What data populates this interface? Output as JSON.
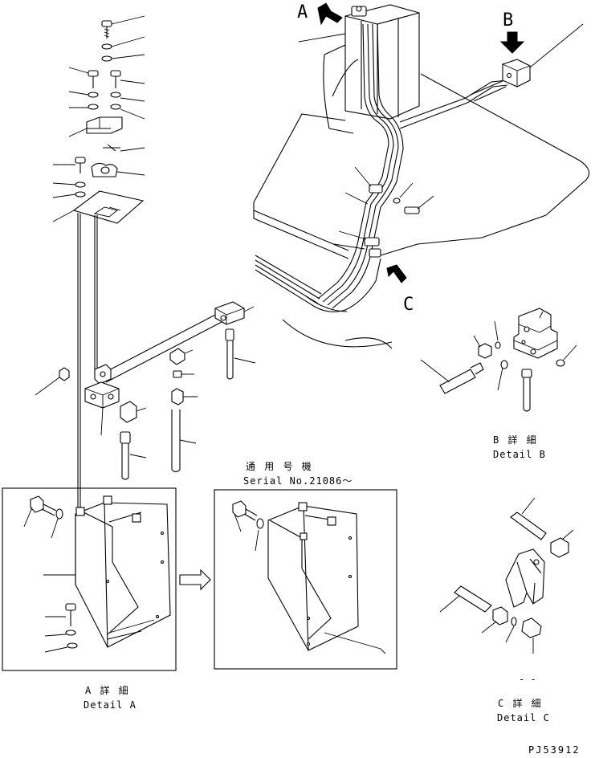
{
  "callouts": {
    "a": "A",
    "b": "B",
    "c": "C"
  },
  "detail_a": {
    "jp": "A 詳 細",
    "en": "Detail A"
  },
  "detail_b": {
    "jp": "B 詳 細",
    "en": "Detail B"
  },
  "detail_c": {
    "jp": "C 詳 細",
    "en": "Detail C"
  },
  "serial": {
    "jp": "通 用 号 機",
    "en": "Serial No.21086～"
  },
  "dashes": "- -",
  "drawing_number": "PJ53912"
}
